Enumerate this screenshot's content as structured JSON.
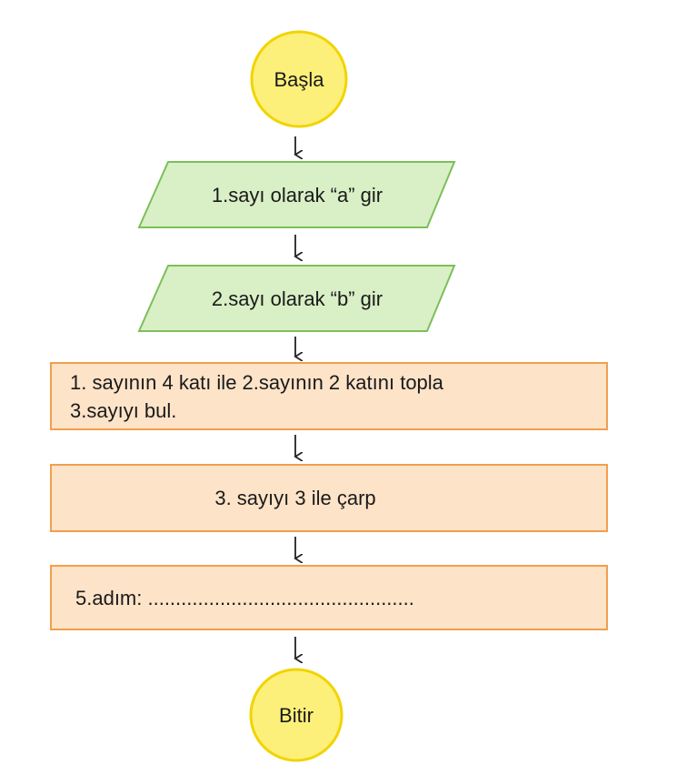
{
  "flowchart": {
    "start": {
      "label": "Başla"
    },
    "step1": {
      "label": "1.sayı olarak “a” gir"
    },
    "step2": {
      "label": "2.sayı olarak “b” gir"
    },
    "step3": {
      "line1": "1. sayının 4 katı ile 2.sayının 2 katını topla",
      "line2": "3.sayıyı bul."
    },
    "step4": {
      "label": "3. sayıyı 3 ile çarp"
    },
    "step5": {
      "label": "5.adım: ................................................"
    },
    "end": {
      "label": "Bitir"
    }
  },
  "colors": {
    "terminal_fill": "#fdf07a",
    "terminal_stroke": "#f1d400",
    "io_fill": "#d9efc6",
    "io_stroke": "#7cbf5a",
    "process_fill": "#fde3c8",
    "process_stroke": "#f19f4e",
    "arrow": "#222222"
  }
}
